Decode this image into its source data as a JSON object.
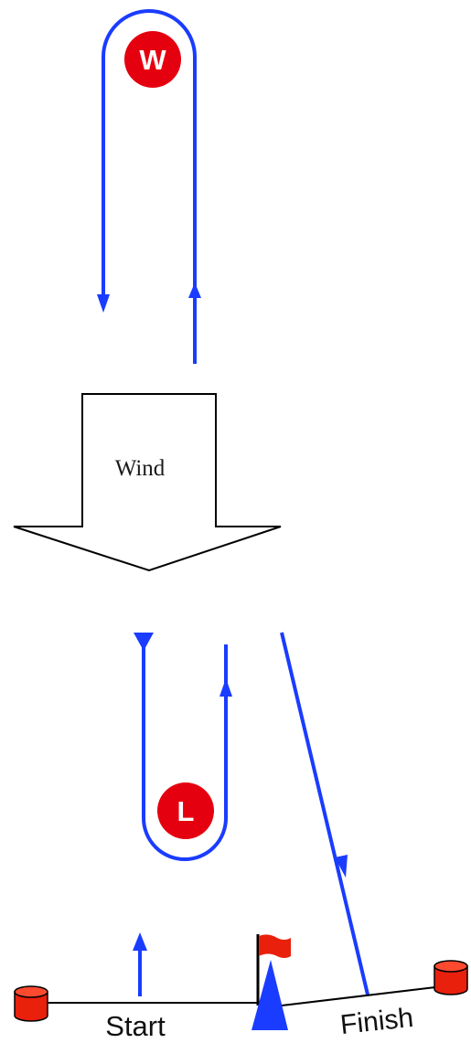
{
  "labels": {
    "wind": "Wind",
    "start": "Start",
    "finish": "Finish"
  },
  "marks": {
    "windward": "W",
    "leeward": "L"
  },
  "colors": {
    "course_line": "#1a3cff",
    "mark_fill": "#e5000f",
    "mark_text": "#ffffff",
    "buoy_fill": "#e8200c",
    "committee_boat": "#1a3cff",
    "flag": "#e8200c",
    "outline": "#000000"
  },
  "icons": {
    "windward_mark": "red-circle-mark",
    "leeward_mark": "red-circle-mark",
    "pin_buoy": "red-cylinder-buoy",
    "finish_buoy": "red-cylinder-buoy",
    "committee_boat": "blue-triangle-boat",
    "committee_flag": "red-flag"
  }
}
